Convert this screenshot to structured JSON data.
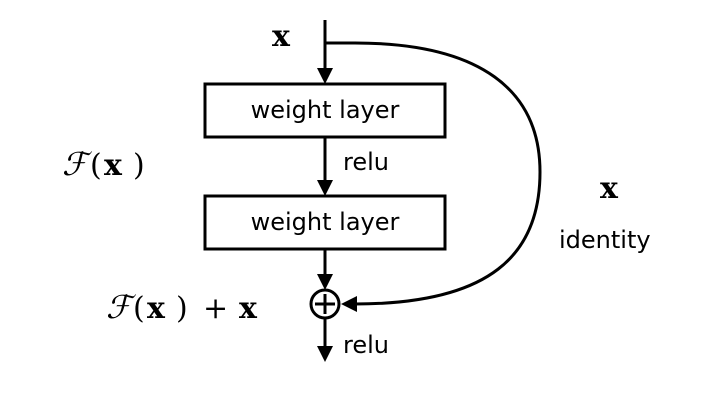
{
  "input_label": "x",
  "blocks": [
    {
      "label": "weight layer"
    },
    {
      "label": "weight layer"
    }
  ],
  "activations": {
    "middle": "relu",
    "output": "relu"
  },
  "residual_function": {
    "script": "ℱ",
    "open_paren": "(",
    "var": "x",
    "close_paren": ")"
  },
  "sum_expression": {
    "script": "ℱ",
    "open_paren": "(",
    "var": "x",
    "close_paren": ")",
    "plus": "+",
    "var2": "x"
  },
  "shortcut": {
    "var": "x",
    "label": "identity"
  },
  "colors": {
    "line": "#000000",
    "background": "#ffffff"
  },
  "icons": {
    "adder": "circled-plus-icon"
  }
}
